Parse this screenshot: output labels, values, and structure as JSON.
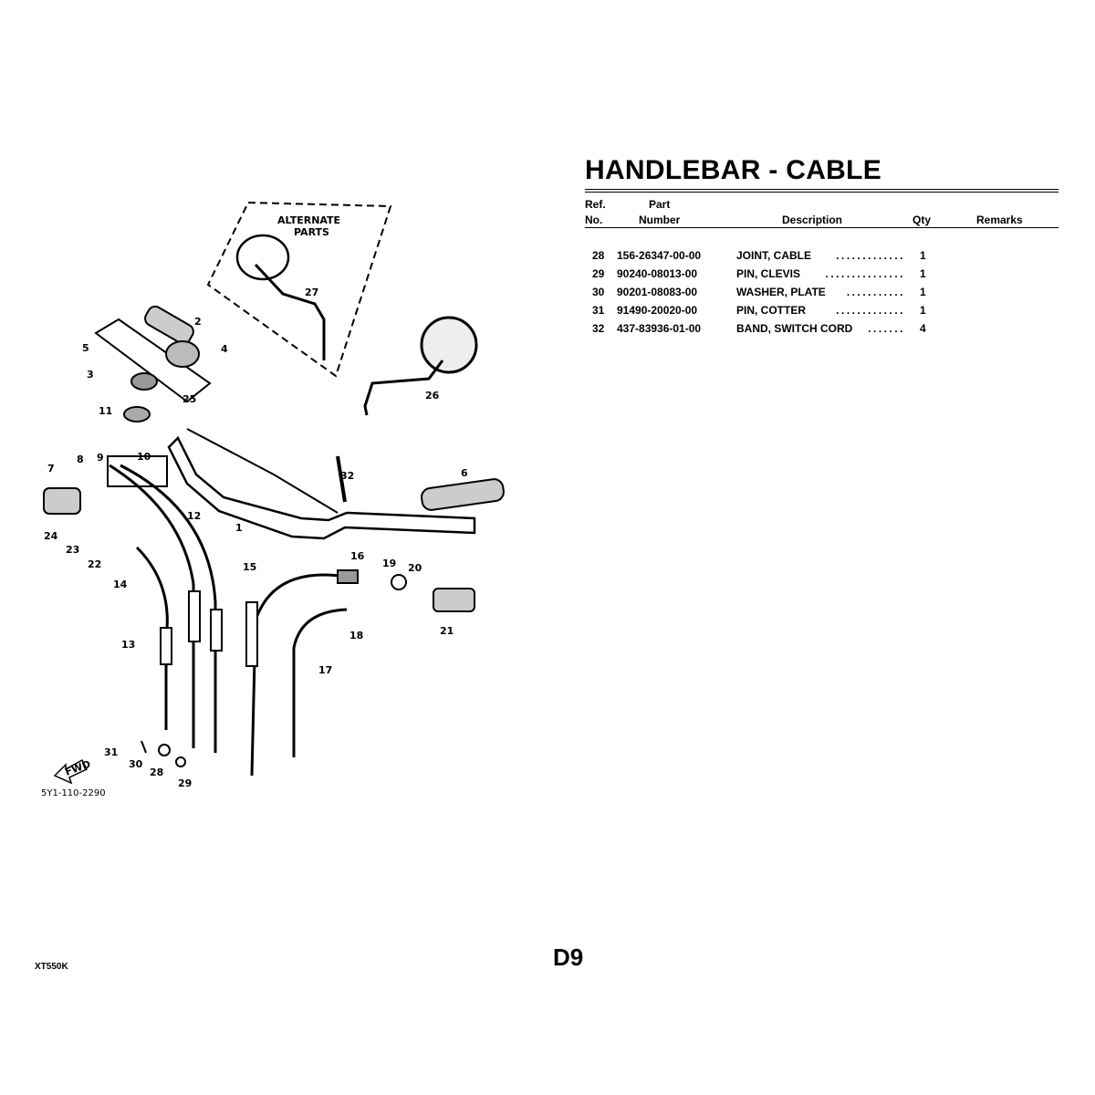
{
  "title": "HANDLEBAR - CABLE",
  "columns": {
    "ref_line1": "Ref.",
    "ref_line2": "No.",
    "part_line1": "Part",
    "part_line2": "Number",
    "description": "Description",
    "qty": "Qty",
    "remarks": "Remarks"
  },
  "rows": [
    {
      "ref": "28",
      "part": "156-26347-00-00",
      "desc": "JOINT, CABLE",
      "dots": ".............",
      "qty": "1",
      "remarks": ""
    },
    {
      "ref": "29",
      "part": "90240-08013-00",
      "desc": "PIN, CLEVIS",
      "dots": "...............",
      "qty": "1",
      "remarks": ""
    },
    {
      "ref": "30",
      "part": "90201-08083-00",
      "desc": "WASHER, PLATE",
      "dots": "...........",
      "qty": "1",
      "remarks": ""
    },
    {
      "ref": "31",
      "part": "91490-20020-00",
      "desc": "PIN, COTTER",
      "dots": ".............",
      "qty": "1",
      "remarks": ""
    },
    {
      "ref": "32",
      "part": "437-83936-01-00",
      "desc": "BAND, SWITCH CORD",
      "dots": ".......",
      "qty": "4",
      "remarks": ""
    }
  ],
  "diagram": {
    "alternate_label_1": "ALTERNATE",
    "alternate_label_2": "PARTS",
    "front_label": "FWD",
    "code": "5Y1-110-2290",
    "callouts": [
      "27",
      "2",
      "4",
      "5",
      "3",
      "25",
      "11",
      "26",
      "8",
      "9",
      "10",
      "7",
      "32",
      "6",
      "12",
      "1",
      "24",
      "23",
      "22",
      "14",
      "15",
      "16",
      "19",
      "20",
      "18",
      "21",
      "13",
      "17",
      "31",
      "30",
      "28",
      "29"
    ]
  },
  "footer": {
    "model": "XT550K",
    "page": "D9"
  }
}
